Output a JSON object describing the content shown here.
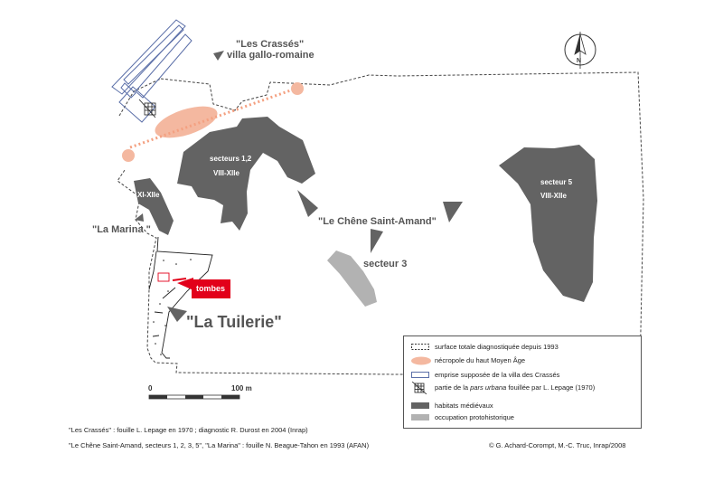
{
  "labels": {
    "crasses_title": "\"Les Crassés\"",
    "crasses_sub": "villa gallo-romaine",
    "secteurs12": "secteurs 1,2",
    "secteurs12_date": "VIII-XIIe",
    "xi_xiie": "XI-XIIe",
    "la_marina": "\"La Marina \"",
    "chene": "\"Le Chêne Saint-Amand\"",
    "secteur3": "secteur 3",
    "secteur5": "secteur 5",
    "secteur5_date": "VIII-XIIe",
    "tombes": "tombes",
    "tuilerie": "\"La Tuilerie\"",
    "north": "N"
  },
  "scale": {
    "zero": "0",
    "end": "100 m"
  },
  "legend": {
    "items": [
      {
        "icon": "dashed-line-icon",
        "text": "surface totale diagnostiquée depuis 1993"
      },
      {
        "icon": "salmon-ellipse-icon",
        "text": "nécropole du haut Moyen Âge"
      },
      {
        "icon": "blue-rect-icon",
        "text": "emprise supposée de la villa des Crassés"
      },
      {
        "icon": "hatched-plan-icon",
        "text_pre": "partie de la ",
        "text_italic": "pars urbana",
        "text_post": " fouillée par L. Lepage (1970)"
      },
      {
        "icon": "dark-grey-icon",
        "text": "habitats médiévaux"
      },
      {
        "icon": "light-grey-icon",
        "text": "occupation protohistorique"
      }
    ]
  },
  "credits": {
    "line1": "\"Les Crassés\" : fouille L. Lepage en 1970 ; diagnostic R. Durost en 2004 (Inrap)",
    "line2": "\"Le Chêne Saint-Amand, secteurs 1, 2, 3, 5\", \"La Marina\" : fouille N. Beague-Tahon en 1993 (AFAN)",
    "copyright": "© G. Achard-Corompt, M.-C. Truc, Inrap/2008"
  },
  "colors": {
    "dark_grey": "#636363",
    "light_grey": "#b2b2b2",
    "salmon": "#f4b8a0",
    "tombes_red": "#e2001a",
    "villa_blue": "#5b6fa8"
  }
}
